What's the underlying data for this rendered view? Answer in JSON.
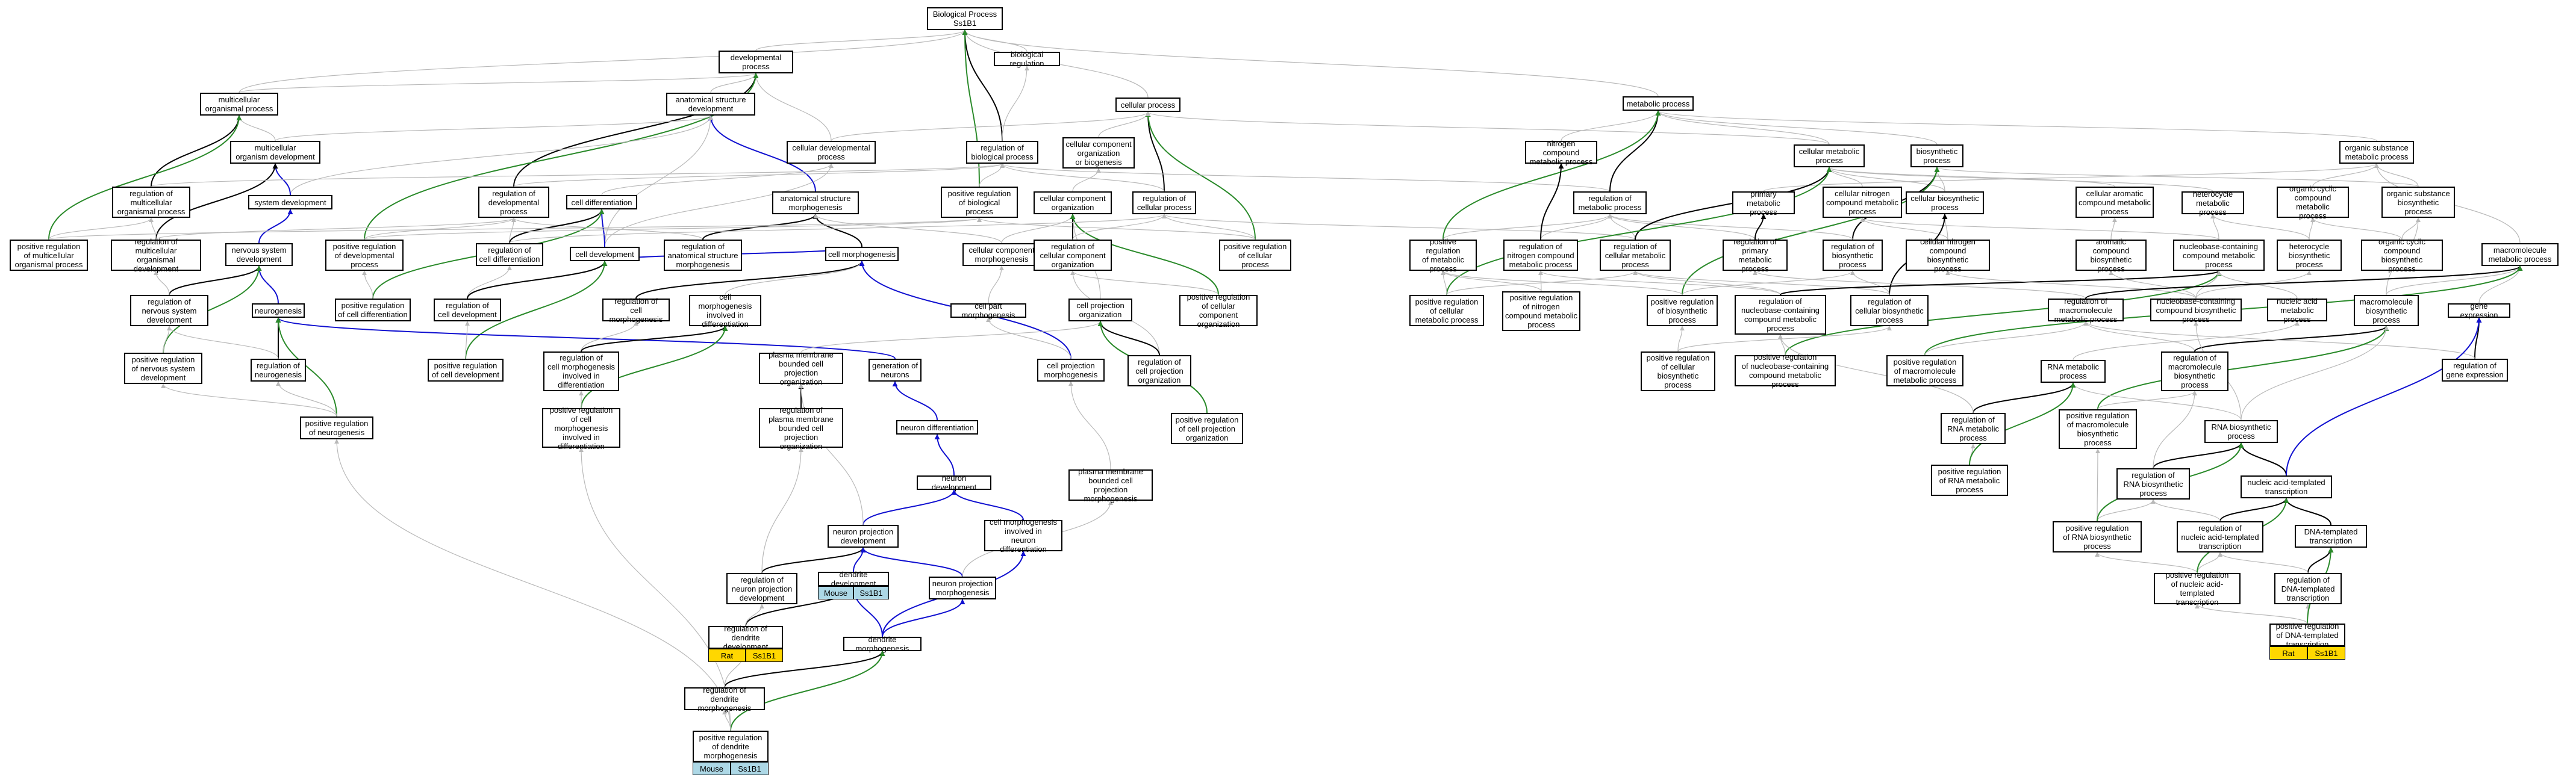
{
  "colors": {
    "gray": "#b9b9b9",
    "black": "#000000",
    "blue": "#1010d0",
    "green": "#2a8a2a",
    "rat": "#FFD700",
    "mouse": "#ADD8E6"
  },
  "nodes": {
    "bp": "Biological Process\nSs1B1",
    "dev": "developmental\nprocess",
    "breg": "biological regulation",
    "mult": "multicellular\norganismal process",
    "asd": "anatomical structure\ndevelopment",
    "cp": "cellular process",
    "mod": "multicellular\norganism development",
    "cdp": "cellular developmental\nprocess",
    "rbp": "regulation of\nbiological process",
    "ccob": "cellular component\norganization\nor biogenesis",
    "rmop": "regulation of\nmulticellular\norganismal process",
    "sysd": "system development",
    "rdp": "regulation of\ndevelopmental\nprocess",
    "cdif": "cell differentiation",
    "asm": "anatomical structure\nmorphogenesis",
    "prbp": "positive regulation\nof biological\nprocess",
    "cco": "cellular component\norganization",
    "rcp": "regulation of\ncellular process",
    "prmop": "positive regulation\nof multicellular\norganismal process",
    "rmod": "regulation of\nmulticellular\norganismal development",
    "nsd": "nervous system\ndevelopment",
    "prdp": "positive regulation\nof developmental\nprocess",
    "rcdif": "regulation of\ncell differentiation",
    "cdev": "cell development",
    "rasm": "regulation of\nanatomical structure\nmorphogenesis",
    "cmor": "cell morphogenesis",
    "ccm": "cellular component\nmorphogenesis",
    "rcco": "regulation of\ncellular component\norganization",
    "prcp": "positive regulation\nof cellular\nprocess",
    "rnsd": "regulation of\nnervous system\ndevelopment",
    "neur": "neurogenesis",
    "prcdif": "positive regulation\nof cell differentiation",
    "rcdev": "regulation of\ncell development",
    "rcmor": "regulation of\ncell morphogenesis",
    "cmid": "cell morphogenesis\ninvolved in\ndifferentiation",
    "cpm": "cell part morphogenesis",
    "cpo": "cell projection\norganization",
    "prcco": "positive regulation\nof cellular\ncomponent organization",
    "prnsd": "positive regulation\nof nervous system\ndevelopment",
    "rneur": "regulation of\nneurogenesis",
    "prcdev": "positive regulation\nof cell development",
    "rcmid": "regulation of\ncell morphogenesis\ninvolved in\ndifferentiation",
    "pmbcpo": "plasma membrane\nbounded cell\nprojection organization",
    "genn": "generation of\nneurons",
    "cpmor": "cell projection\nmorphogenesis",
    "rcpo": "regulation of\ncell projection\norganization",
    "prneur": "positive regulation\nof neurogenesis",
    "prcmid": "positive regulation\nof cell morphogenesis\ninvolved in\ndifferentiation",
    "rpmbcpo": "regulation of\nplasma membrane\nbounded cell\nprojection organization",
    "ndif": "neuron differentiation",
    "prcpo": "positive regulation\nof cell projection\norganization",
    "ndev": "neuron development",
    "pmbcpm": "plasma membrane\nbounded cell\nprojection morphogenesis",
    "npd": "neuron projection\ndevelopment",
    "cmind": "cell morphogenesis\ninvolved in\nneuron differentiation",
    "rnpd": "regulation of\nneuron projection\ndevelopment",
    "dd": "dendrite development",
    "npm": "neuron projection\nmorphogenesis",
    "rdd": "regulation of\ndendrite development",
    "dm": "dendrite morphogenesis",
    "rdm": "regulation of\ndendrite morphogenesis",
    "prdm": "positive regulation\nof dendrite\nmorphogenesis",
    "mp": "metabolic process",
    "ncmp": "nitrogen compound\nmetabolic process",
    "cmp": "cellular metabolic\nprocess",
    "bsp": "biosynthetic\nprocess",
    "osmp": "organic substance\nmetabolic process",
    "rmp": "regulation of\nmetabolic process",
    "pmp": "primary metabolic\nprocess",
    "cncmp": "cellular nitrogen\ncompound metabolic\nprocess",
    "cbsp": "cellular biosynthetic\nprocess",
    "cacmp": "cellular aromatic\ncompound metabolic\nprocess",
    "hmp": "heterocycle\nmetabolic process",
    "occmp": "organic cyclic\ncompound metabolic\nprocess",
    "osbp": "organic substance\nbiosynthetic\nprocess",
    "prmp": "positive regulation\nof metabolic\nprocess",
    "rncmp": "regulation of\nnitrogen compound\nmetabolic process",
    "rcmp": "regulation of\ncellular metabolic\nprocess",
    "rpmp": "regulation of\nprimary metabolic\nprocess",
    "rbsp": "regulation of\nbiosynthetic\nprocess",
    "cncbp": "cellular nitrogen\ncompound biosynthetic\nprocess",
    "acbp": "aromatic compound\nbiosynthetic\nprocess",
    "nccmp": "nucleobase-containing\ncompound metabolic\nprocess",
    "hbp": "heterocycle\nbiosynthetic\nprocess",
    "occbp": "organic cyclic\ncompound biosynthetic\nprocess",
    "mmp": "macromolecule\nmetabolic process",
    "prcmp": "positive regulation\nof cellular\nmetabolic process",
    "prncmp": "positive regulation\nof nitrogen\ncompound metabolic\nprocess",
    "prbsp": "positive regulation\nof biosynthetic\nprocess",
    "rnccmp": "regulation of\nnucleobase-containing\ncompound metabolic\nprocess",
    "rcbsp": "regulation of\ncellular biosynthetic\nprocess",
    "rmmp": "regulation of\nmacromolecule\nmetabolic process",
    "nccbp": "nucleobase-containing\ncompound biosynthetic\nprocess",
    "namp": "nucleic acid\nmetabolic process",
    "mbp": "macromolecule\nbiosynthetic\nprocess",
    "ge": "gene expression",
    "prcbsp": "positive regulation\nof cellular\nbiosynthetic\nprocess",
    "prnccmp": "positive regulation\nof nucleobase-containing\ncompound metabolic\nprocess",
    "prmmp": "positive regulation\nof macromolecule\nmetabolic process",
    "rnamp": "RNA metabolic\nprocess",
    "rmbp": "regulation of\nmacromolecule\nbiosynthetic\nprocess",
    "rge": "regulation of\ngene expression",
    "rrnamp": "regulation of\nRNA metabolic\nprocess",
    "prmbp": "positive regulation\nof macromolecule\nbiosynthetic\nprocess",
    "rnabp": "RNA biosynthetic\nprocess",
    "prrnamp": "positive regulation\nof RNA metabolic\nprocess",
    "rrnabp": "regulation of\nRNA biosynthetic\nprocess",
    "natt": "nucleic acid-templated\ntranscription",
    "prrnabp": "positive regulation\nof RNA biosynthetic\nprocess",
    "rnatt": "regulation of\nnucleic acid-templated\ntranscription",
    "dtt": "DNA-templated\ntranscription",
    "prnatt": "positive regulation\nof nucleic acid-templated\ntranscription",
    "rdtt": "regulation of\nDNA-templated\ntranscription",
    "prdtt": "positive regulation\nof DNA-templated\ntranscription"
  },
  "tags": {
    "rdd_rat": "Rat",
    "rdd_gene": "Ss1B1",
    "dd_mouse": "Mouse",
    "dd_gene": "Ss1B1",
    "prdm_mouse": "Mouse",
    "prdm_gene": "Ss1B1",
    "prdtt_rat": "Rat",
    "prdtt_gene": "Ss1B1"
  }
}
